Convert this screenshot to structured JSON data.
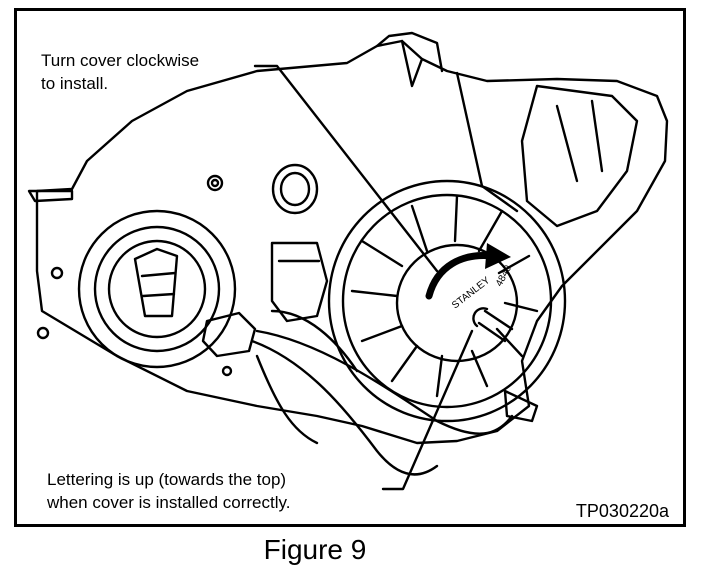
{
  "callouts": {
    "install_line1": "Turn cover clockwise",
    "install_line2": "to install.",
    "lettering_line1": "Lettering is up (towards the top)",
    "lettering_line2": "when cover is installed correctly."
  },
  "cover_lettering": {
    "brand": "STANLEY",
    "number": "4840"
  },
  "figure_code": "TP030220a",
  "caption": "Figure 9",
  "colors": {
    "ink": "#000000",
    "paper": "#ffffff"
  }
}
